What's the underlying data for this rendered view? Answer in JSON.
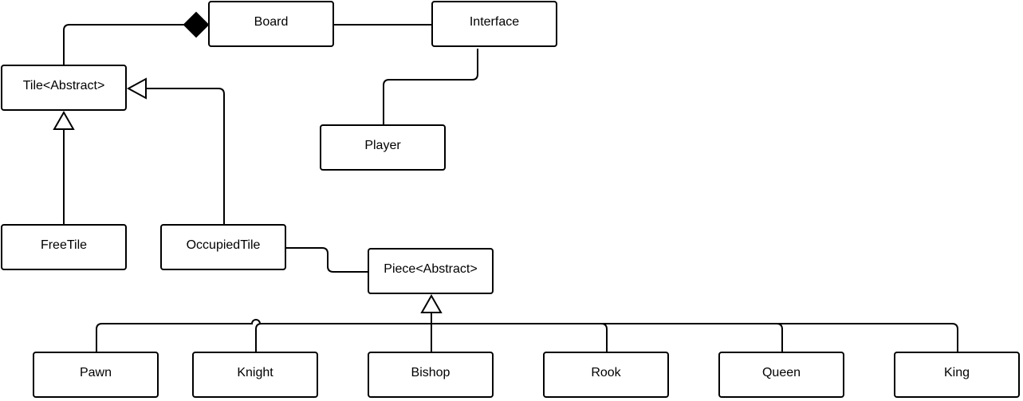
{
  "diagram": {
    "type": "uml-class-diagram",
    "nodes": {
      "board": "Board",
      "interface": "Interface",
      "tile": "Tile<Abstract>",
      "player": "Player",
      "free_tile": "FreeTile",
      "occupied_tile": "OccupiedTile",
      "piece": "Piece<Abstract>",
      "pawn": "Pawn",
      "knight": "Knight",
      "bishop": "Bishop",
      "rook": "Rook",
      "queen": "Queen",
      "king": "King"
    },
    "relations": [
      {
        "from": "board",
        "to": "tile",
        "kind": "composition"
      },
      {
        "from": "board",
        "to": "interface",
        "kind": "association"
      },
      {
        "from": "interface",
        "to": "player",
        "kind": "association"
      },
      {
        "from": "free_tile",
        "to": "tile",
        "kind": "inheritance"
      },
      {
        "from": "occupied_tile",
        "to": "tile",
        "kind": "inheritance"
      },
      {
        "from": "occupied_tile",
        "to": "piece",
        "kind": "association"
      },
      {
        "from": "pawn",
        "to": "piece",
        "kind": "inheritance"
      },
      {
        "from": "knight",
        "to": "piece",
        "kind": "inheritance"
      },
      {
        "from": "bishop",
        "to": "piece",
        "kind": "inheritance"
      },
      {
        "from": "rook",
        "to": "piece",
        "kind": "inheritance"
      },
      {
        "from": "queen",
        "to": "piece",
        "kind": "inheritance"
      },
      {
        "from": "king",
        "to": "piece",
        "kind": "inheritance"
      }
    ],
    "colors": {
      "stroke": "#000000",
      "background": "#ffffff",
      "text": "#000000"
    }
  }
}
